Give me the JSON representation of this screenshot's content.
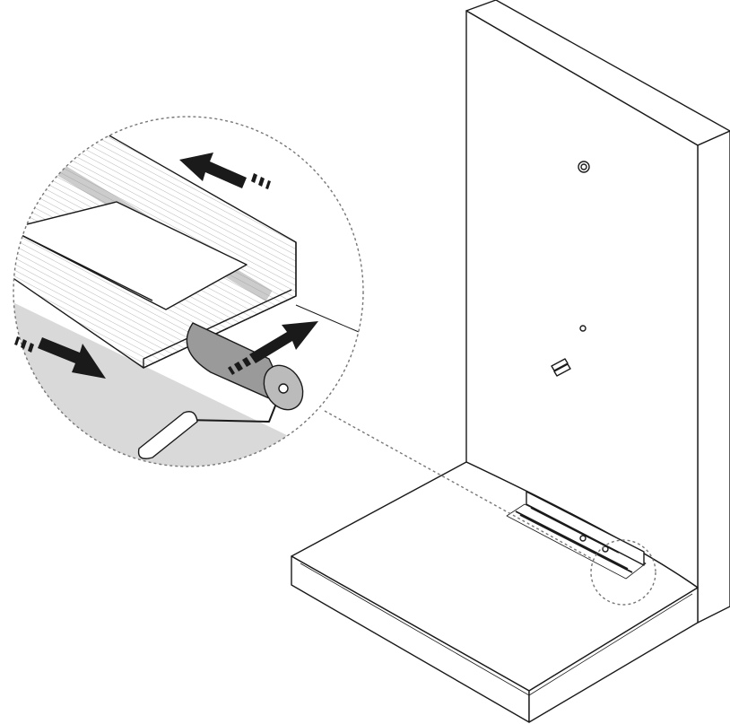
{
  "diagram": {
    "type": "assembly-instruction-illustration",
    "colors": {
      "line": "#1a1a1a",
      "shade": "#d9d9d9",
      "roller": "#9a9a9a",
      "background": "#ffffff"
    },
    "parts": [
      "wall-panel",
      "floor-base",
      "mounting-strip",
      "detail-callout",
      "paint-roller",
      "direction-arrows"
    ]
  }
}
